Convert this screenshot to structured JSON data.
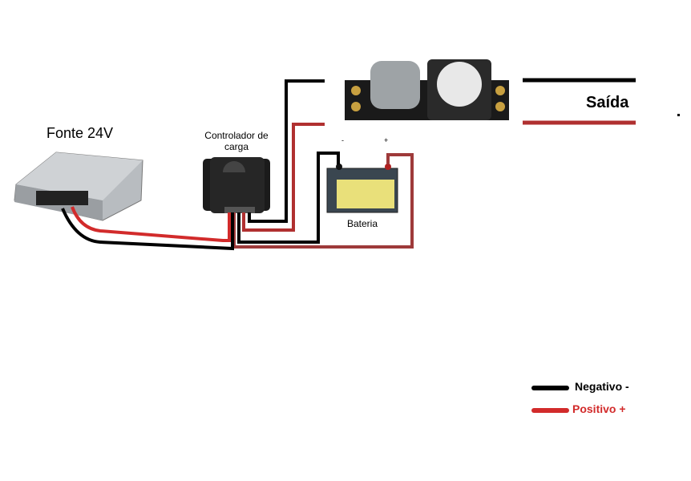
{
  "labels": {
    "power_supply": "Fonte 24V",
    "controller_line1": "Controlador de",
    "controller_line2": "carga",
    "battery": "Bateria",
    "output": "Saída",
    "battery_neg": "-",
    "battery_pos": "+"
  },
  "legend": [
    {
      "label": "Negativo -",
      "color": "#000000"
    },
    {
      "label": "Positivo +",
      "color": "#d22b2b"
    }
  ],
  "colors": {
    "negative": "#000000",
    "positive": "#d22b2b",
    "positive_dark": "#9e3a3a"
  }
}
